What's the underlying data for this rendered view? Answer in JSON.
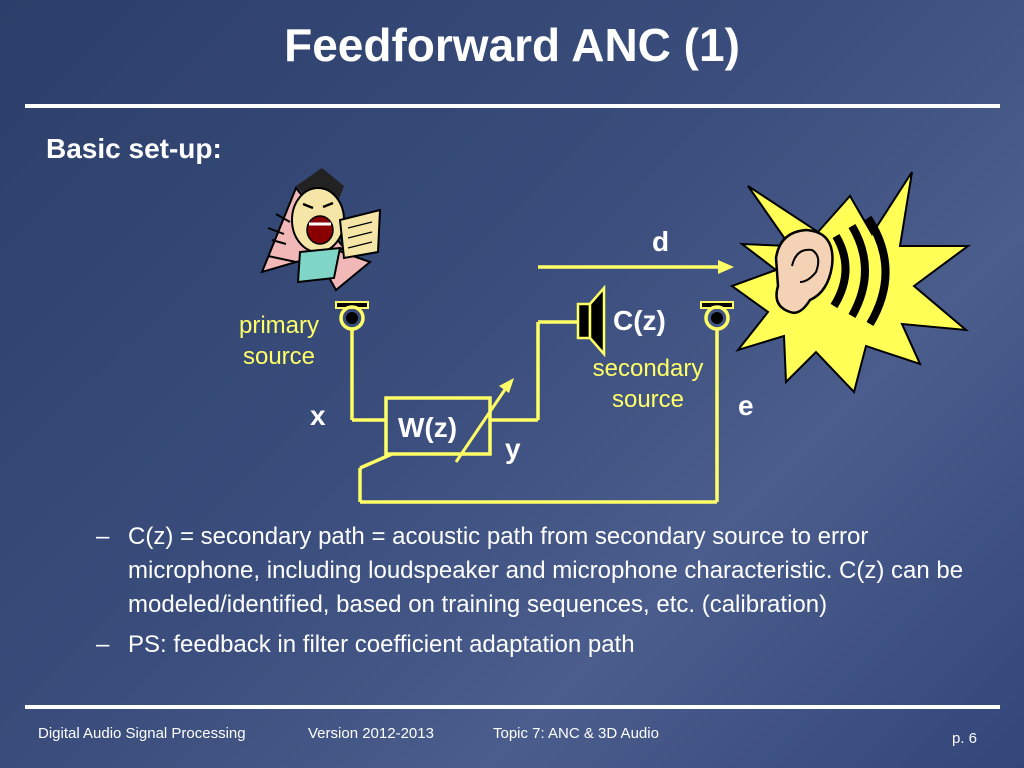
{
  "slide": {
    "title": "Feedforward ANC (1)",
    "subtitle": "Basic set-up:"
  },
  "diagram": {
    "label_d": "d",
    "label_cz": "C(z)",
    "label_wz": "W(z)",
    "label_x": "x",
    "label_y": "y",
    "label_e": "e",
    "primary_source": [
      "primary",
      "source"
    ],
    "secondary_source": [
      "secondary",
      "source"
    ]
  },
  "bullets": [
    {
      "dash": "–",
      "text": "C(z) = secondary path = acoustic path from secondary source to error microphone, including loudspeaker and microphone characteristic. C(z) can be modeled/identified, based on training sequences, etc. (calibration)"
    },
    {
      "dash": "–",
      "text": "PS: feedback in filter coefficient adaptation path"
    }
  ],
  "footer": {
    "course": "Digital Audio Signal Processing",
    "version": "Version 2012-2013",
    "topic": "Topic 7: ANC & 3D Audio",
    "page": "p. 6"
  },
  "colors": {
    "diagram_line": "#ffff66",
    "text": "#ffffff",
    "background": "#34477a"
  }
}
